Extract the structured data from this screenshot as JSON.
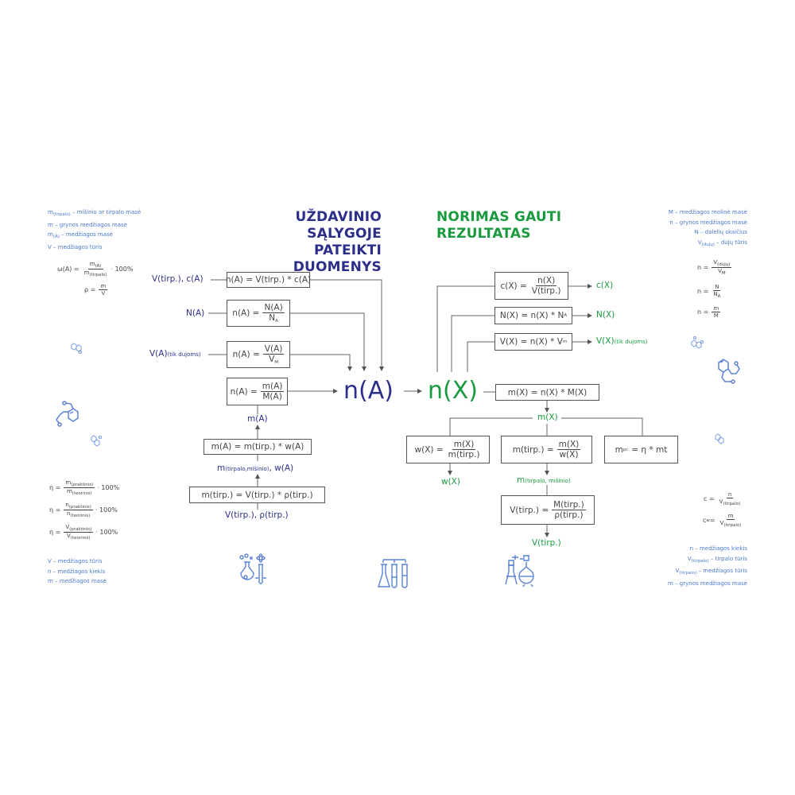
{
  "left_title": [
    "UŽDAVINIO SĄLYGOJE",
    "PATEIKTI DUOMENYS"
  ],
  "right_title": [
    "NORIMAS GAUTI",
    "REZULTATAS"
  ],
  "center": {
    "nA": "n(A)",
    "nX": "n(X)"
  },
  "colors": {
    "given": "#2b2f8a",
    "result": "#1a9a3f",
    "legend": "#4a78d0",
    "lines": "#555555"
  },
  "left_inputs": {
    "v_c": "V(tirp.), c(A)",
    "N": "N(A)",
    "VA": "V(A)",
    "VA_sub": "(tik dujoms)",
    "mA": "m(A)",
    "m_tirp_w": "m",
    "m_tirp_w_sub": "(tirpalo,mišinio)",
    "m_tirp_w_tail": ", w(A)",
    "v_rho": "V(tirp.), ρ(tirp.)"
  },
  "left_boxes": {
    "b1": "n(A) = V(tirp.) * c(A)",
    "b2_lhs": "n(A) =",
    "b2_num": "N(A)",
    "b2_den": "N",
    "b2_den_sub": "A",
    "b3_lhs": "n(A) =",
    "b3_num": "V(A)",
    "b3_den": "V",
    "b3_den_sub": "M",
    "b4_lhs": "n(A) =",
    "b4_num": "m(A)",
    "b4_den": "M(A)",
    "b5": "m(A) = m(tirp.) * w(A)",
    "b6": "m(tirp.) = V(tirp.) * ρ(tirp.)"
  },
  "right_boxes": {
    "c_lhs": "c(X) =",
    "c_num": "n(X)",
    "c_den": "V(tirp.)",
    "N": "N(X) = n(X) * N",
    "N_sub": "A",
    "V": "V(X) = n(X) * V",
    "V_sub": "m",
    "m": "m(X) = n(X) * M(X)",
    "w_lhs": "w(X) =",
    "w_num": "m(X)",
    "w_den": "m(tirp.)",
    "mt_lhs": "m(tirp.) =",
    "mt_num": "m(X)",
    "mt_den": "w(X)",
    "mpr_a": "m",
    "mpr_sub": "pr.",
    "mpr_b": "= η * mt",
    "vt_lhs": "V(tirp.) =",
    "vt_num": "M(tirp.)",
    "vt_den": "ρ(tirp.)"
  },
  "right_outputs": {
    "cX": "c(X)",
    "NX": "N(X)",
    "VX": "V(X)",
    "VX_sub": "(tik dujoms)",
    "mX": "m(X)",
    "wX": "w(X)",
    "m_tirp": "m",
    "m_tirp_sub": "(tirpalo, mišinio)",
    "Vtirp": "V(tirp.)"
  },
  "legend_top_left": [
    {
      "main": "m",
      "sub": "(tirpalo)",
      "text": " – mišinio ar tirpalo masė"
    },
    {
      "main": "m",
      "sub": "",
      "text": " – grynos medžiagos masė"
    },
    {
      "main": "m",
      "sub": "(A)",
      "text": " – medžiagos masė"
    },
    {
      "main": "V",
      "sub": "",
      "text": " – medžiagos tūris"
    }
  ],
  "formulas_top_left": {
    "omega_lhs": "ω(A) =",
    "omega_num": "m",
    "omega_num_sub": "(A)",
    "omega_den": "m",
    "omega_den_sub": "(tirpalo)",
    "omega_tail": "· 100%",
    "rho_lhs": "ρ =",
    "rho_num": "m",
    "rho_den": "V"
  },
  "formulas_bottom_left": [
    {
      "lhs": "η =",
      "num": "m",
      "num_sub": "(praktinis)",
      "den": "m",
      "den_sub": "(teorinis)",
      "tail": "· 100%"
    },
    {
      "lhs": "η =",
      "num": "n",
      "num_sub": "(praktinis)",
      "den": "n",
      "den_sub": "(teorinis)",
      "tail": "· 100%"
    },
    {
      "lhs": "η =",
      "num": "V",
      "num_sub": "(praktinis)",
      "den": "V",
      "den_sub": "(teorinis)",
      "tail": "· 100%"
    }
  ],
  "legend_bottom_left": [
    "V – medžiagos tūris",
    "n – medžiagos kiekis",
    "m – medžiagos masė"
  ],
  "legend_top_right": [
    {
      "main": "M",
      "sub": "",
      "text": " – medžiagos molinė masė"
    },
    {
      "main": "n",
      "sub": "",
      "text": " – grynos medžiagos masė"
    },
    {
      "main": "N",
      "sub": "",
      "text": " – dalelių skaičius"
    },
    {
      "main": "V",
      "sub": "(dujų)",
      "text": " – dujų tūris"
    }
  ],
  "formulas_top_right": [
    {
      "lhs": "n =",
      "num": "V",
      "num_sub": "(dujų)",
      "den": "V",
      "den_sub": "M"
    },
    {
      "lhs": "n =",
      "num": "N",
      "num_sub": "",
      "den": "N",
      "den_sub": "A"
    },
    {
      "lhs": "n =",
      "num": "m",
      "num_sub": "",
      "den": "M",
      "den_sub": ""
    }
  ],
  "formulas_bottom_right": [
    {
      "lhs": "c =",
      "num": "n",
      "den": "V",
      "den_sub": "(tirpalo)"
    },
    {
      "lhs": "c",
      "lhs_sub": "w",
      "lhs_tail": " =",
      "num": "m",
      "den": "V",
      "den_sub": "(tirpalo)"
    }
  ],
  "legend_bottom_right": [
    {
      "main": "n",
      "sub": "",
      "text": " – medžiagos kiekis"
    },
    {
      "main": "V",
      "sub": "(tirpalo)",
      "text": " – tirpalo tūris"
    },
    {
      "main": "V",
      "sub": "(tirpalo)",
      "text": " – medžiagos tūris"
    },
    {
      "main": "m",
      "sub": "",
      "text": " – grynos medžiagos masė"
    }
  ],
  "icons": [
    "flask-atom-icon",
    "test-tubes-icon",
    "distillation-icon",
    "molecule-icon"
  ]
}
